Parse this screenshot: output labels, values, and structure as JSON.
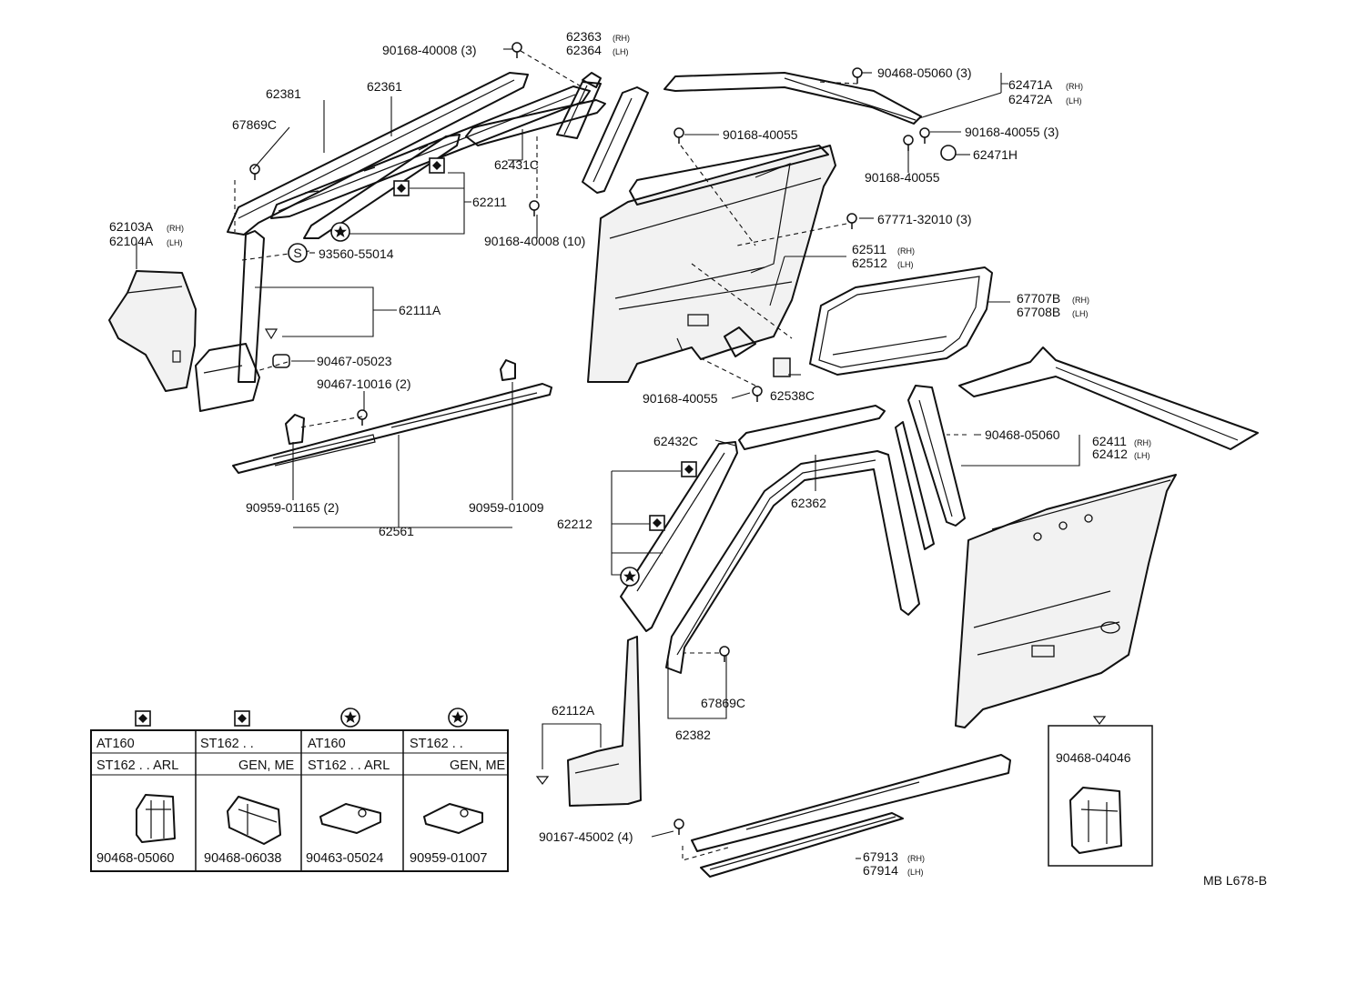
{
  "labels": {
    "p62381": "62381",
    "p62361": "62361",
    "p67869c_a": "67869C",
    "p90168_40008_3": "90168-40008 (3)",
    "p62363": "62363",
    "p62364": "62364",
    "p62431c": "62431C",
    "p62211": "62211",
    "p90168_40008_10": "90168-40008 (10)",
    "p62103a": "62103A",
    "p62104a": "62104A",
    "p93560": "93560-55014",
    "p62111a": "62111A",
    "p90467_05023": "90467-05023",
    "p90467_10016": "90467-10016 (2)",
    "p90959_01165": "90959-01165 (2)",
    "p90959_01009": "90959-01009",
    "p62561": "62561",
    "p90468_05060_3": "90468-05060 (3)",
    "p62471a": "62471A",
    "p62472a": "62472A",
    "p90168_40055_a": "90168-40055",
    "p90168_40055_3": "90168-40055 (3)",
    "p62471h": "62471H",
    "p90168_40055_b": "90168-40055",
    "p67771": "67771-32010 (3)",
    "p62511": "62511",
    "p62512": "62512",
    "p67707b": "67707B",
    "p67708b": "67708B",
    "p90168_40055_c": "90168-40055",
    "p62538c": "62538C",
    "p62432c": "62432C",
    "p62362": "62362",
    "p62212": "62212",
    "p90468_05060_b": "90468-05060",
    "p62411": "62411",
    "p62412": "62412",
    "p62112a": "62112A",
    "p67869c_b": "67869C",
    "p62382": "62382",
    "p90167_45002": "90167-45002 (4)",
    "p67913": "67913",
    "p67914": "67914",
    "p90468_04046": "90468-04046",
    "rh": "(RH)",
    "lh": "(LH)",
    "drawing_code": "MB L678-B"
  },
  "symbols": {
    "diamond": "diamond-square",
    "star": "star-circle",
    "s": "S"
  },
  "table": {
    "columns": [
      {
        "symbol": "diamond",
        "line1": "AT160",
        "line2": "ST162 . . ARL",
        "part": "90468-05060"
      },
      {
        "symbol": "diamond",
        "line1": "ST162 . .",
        "line2": "GEN, ME",
        "part": "90468-06038"
      },
      {
        "symbol": "star",
        "line1": "AT160",
        "line2": "ST162 . . ARL",
        "part": "90463-05024"
      },
      {
        "symbol": "star",
        "line1": "ST162 . .",
        "line2": "GEN, ME",
        "part": "90959-01007"
      }
    ]
  }
}
